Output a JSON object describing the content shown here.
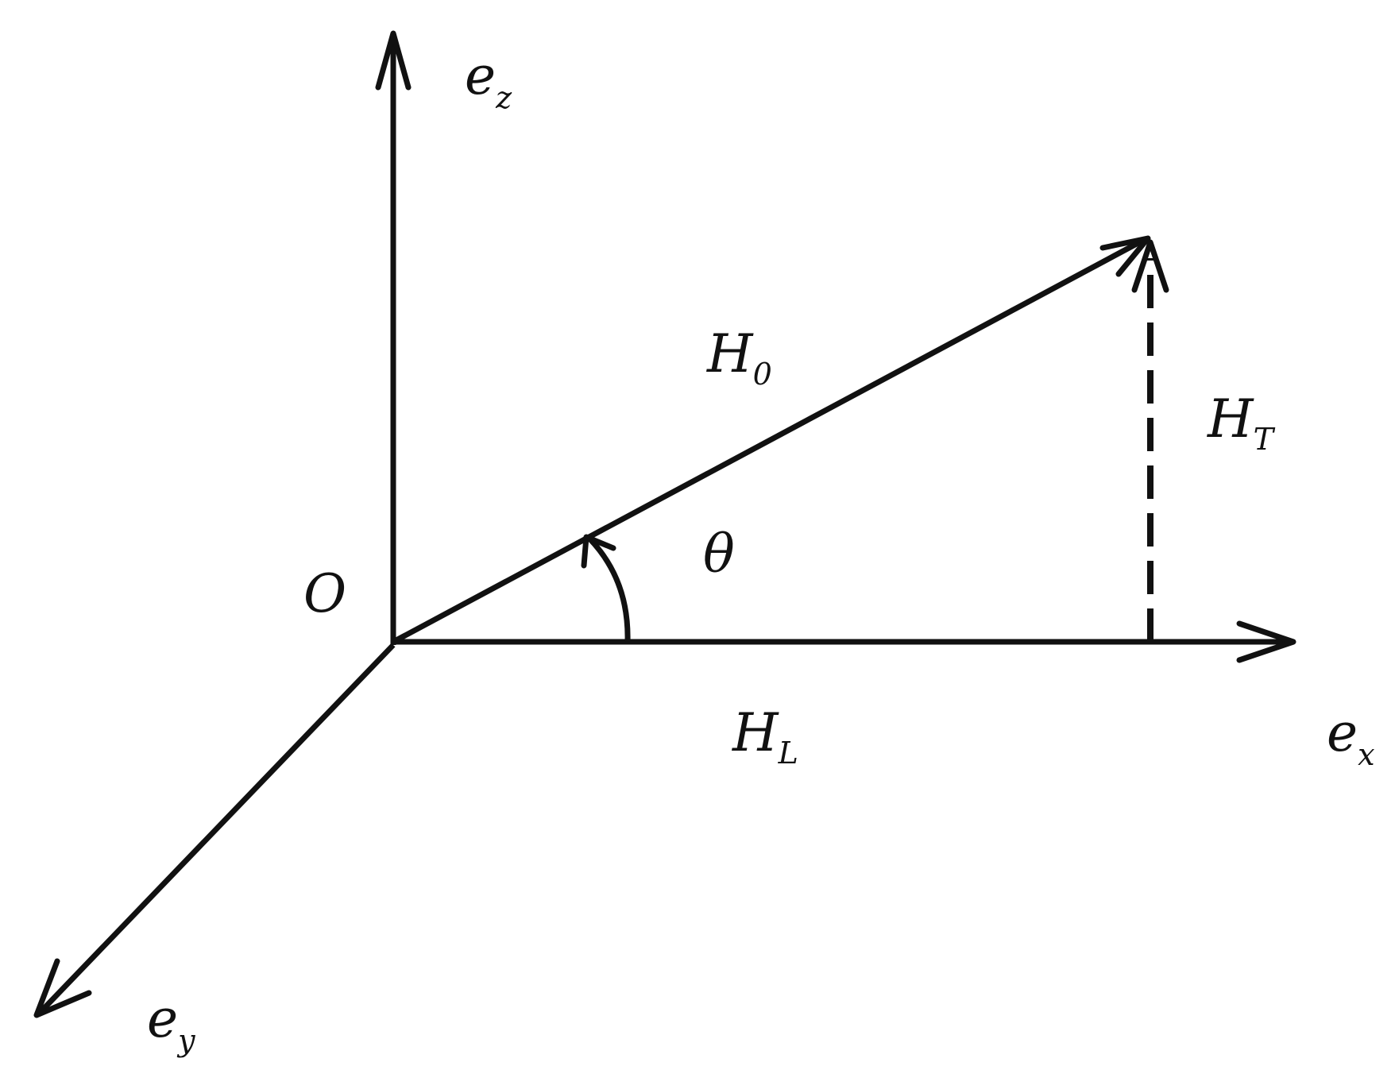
{
  "labels": {
    "origin": "O",
    "axis_z": {
      "base": "e",
      "sub": "z"
    },
    "axis_x": {
      "base": "e",
      "sub": "x"
    },
    "axis_y": {
      "base": "e",
      "sub": "y"
    },
    "vector_total": {
      "base": "H",
      "sub": "0"
    },
    "component_vertical": {
      "base": "H",
      "sub": "T"
    },
    "component_horizontal": {
      "base": "H",
      "sub": "L"
    },
    "angle": "θ"
  },
  "colors": {
    "ink": "#111111",
    "background": "#ffffff"
  }
}
